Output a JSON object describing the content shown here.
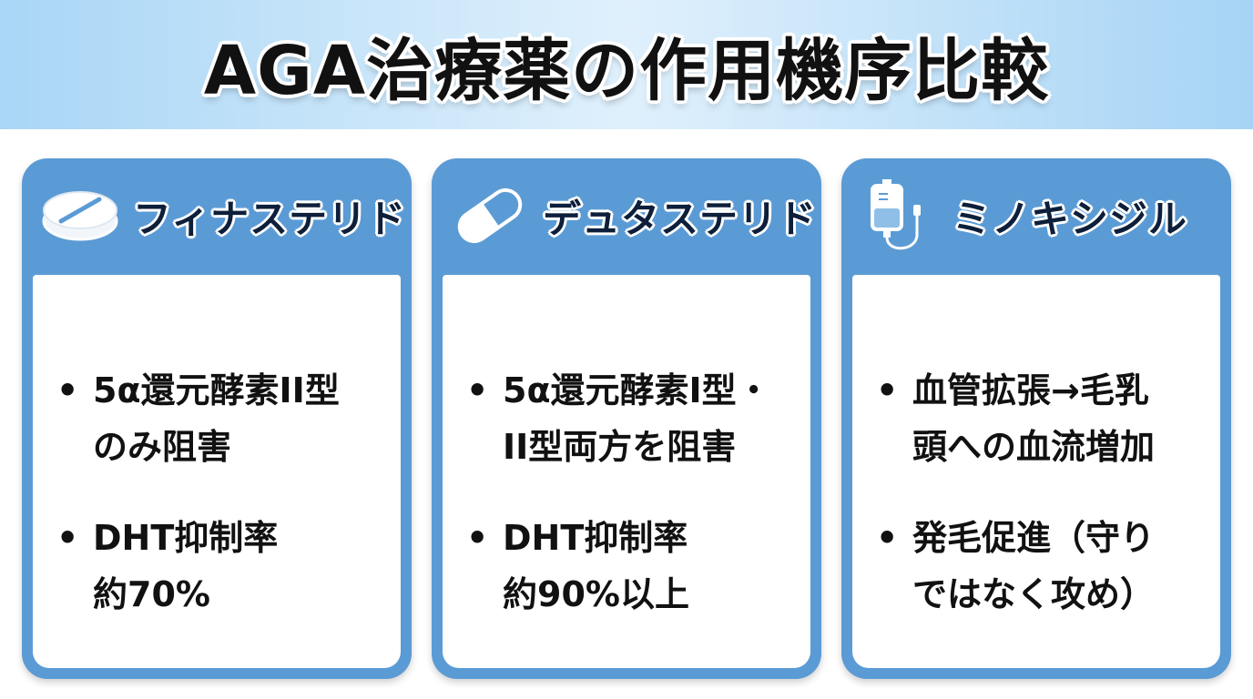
{
  "title": "AGA治療薬の作用機序比較",
  "cards": [
    {
      "name": "フィナステリド",
      "icon": "tablet-icon",
      "bullets": [
        {
          "bullet": "•",
          "text": "5α還元酵素II型\nのみ阻害"
        },
        {
          "bullet": "•",
          "text": "DHT抑制率\n約70%"
        }
      ]
    },
    {
      "name": "デュタステリド",
      "icon": "capsule-icon",
      "bullets": [
        {
          "bullet": "•",
          "text": "5α還元酵素I型・\nII型両方を阻害"
        },
        {
          "bullet": "•",
          "text": "DHT抑制率\n約90%以上"
        }
      ]
    },
    {
      "name": "ミノキシジル",
      "icon": "iv-drip-icon",
      "bullets": [
        {
          "bullet": "•",
          "text": "血管拡張→毛乳\n頭への血流増加"
        },
        {
          "bullet": "•",
          "text": "発毛促進（守り\nではなく攻め）"
        }
      ]
    }
  ],
  "colors": {
    "card_border": "#5b9bd5",
    "banner": "#a9d6f6",
    "text": "#111111"
  }
}
